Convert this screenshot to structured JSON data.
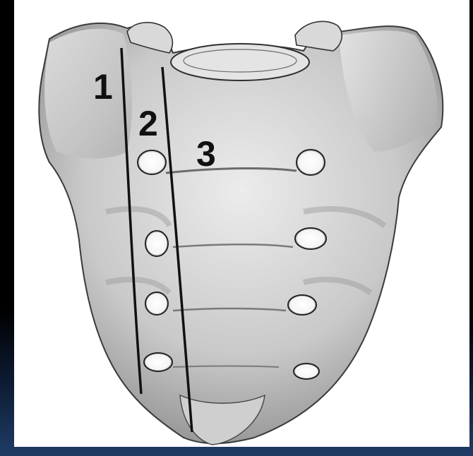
{
  "figure": {
    "zone_labels": [
      "1",
      "2",
      "3"
    ],
    "colors": {
      "background": "#000000",
      "panel": "#ffffff",
      "bone_light": "#e6e6e6",
      "bone_mid": "#bdbdbd",
      "bone_dark": "#8a8a8a",
      "line": "#111111"
    }
  }
}
